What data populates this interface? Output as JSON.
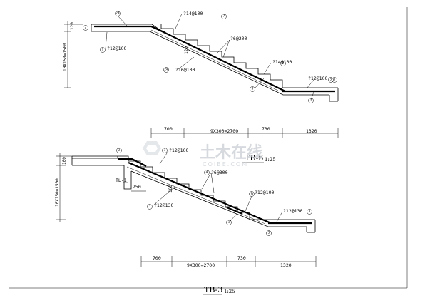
{
  "watermark": {
    "cn": "土木在线",
    "en": "COIBE.COM",
    "color": "#c9ced4"
  },
  "tb6": {
    "title": "TB-6",
    "scale": "1:25",
    "rebar": {
      "top_landing": "?14@100",
      "bot_landing": "?12@100",
      "bot_slab": "?16@100",
      "dist": "?6@200",
      "top_low": "?14@100",
      "low_landing": "?12@100"
    },
    "vdim": "10X150=1500",
    "vdim_small": "120",
    "slab_thk": "120",
    "marks": [
      "24",
      "2",
      "9",
      "7",
      "6",
      "5",
      "6",
      "3",
      "1"
    ],
    "dims": {
      "a": "700",
      "b": "9X300=2700",
      "c": "730",
      "d": "1320"
    }
  },
  "tb3": {
    "title": "TB-3",
    "scale": "1:25",
    "rebar": {
      "top_landing": "?12@100",
      "dist": "?6@300",
      "top_low": "?12@100",
      "bot_slab": "?12@130",
      "low_landing": "?12@130"
    },
    "vdim": "10X150=1500",
    "vdim_small": "100",
    "beam": "TL-1",
    "beam_w": "250",
    "slab_thk": "100",
    "marks": [
      "2",
      "1",
      "4",
      "3",
      "6",
      "5"
    ],
    "dims": {
      "a": "700",
      "b": "9X300=2700",
      "c": "730",
      "d": "1320"
    }
  }
}
